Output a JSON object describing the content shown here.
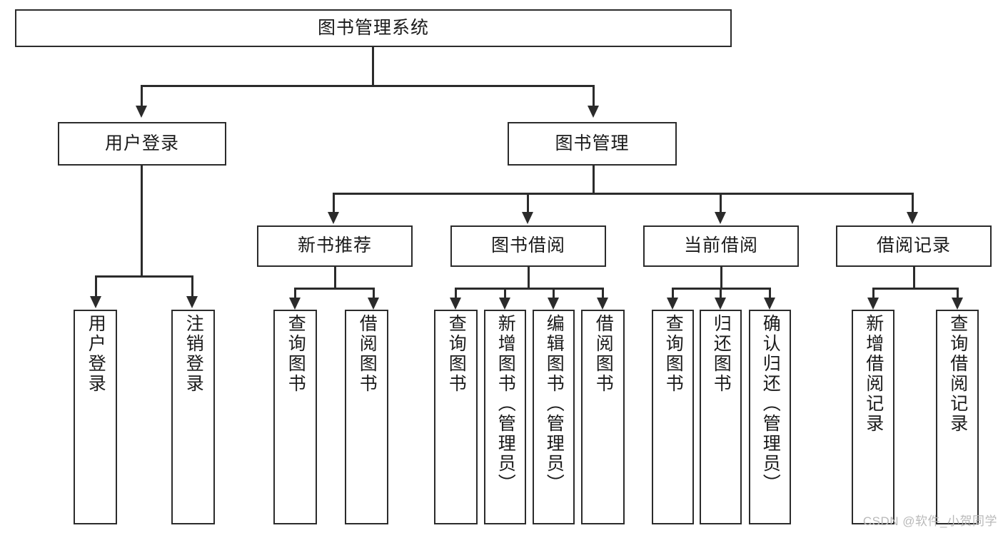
{
  "diagram": {
    "type": "tree-hierarchy",
    "title": "图书管理系统",
    "watermark": "CSDN @软件_小贺同学",
    "colors": {
      "box_border": "#2b2b2b",
      "box_fill": "#ffffff",
      "connector": "#2b2b2b",
      "text": "#1a1a1a",
      "watermark": "#b9b9b9",
      "background": "#ffffff"
    },
    "root": {
      "label": "图书管理系统"
    },
    "level2": [
      {
        "id": "user-login",
        "label": "用户登录"
      },
      {
        "id": "book-manage",
        "label": "图书管理"
      }
    ],
    "level3": [
      {
        "id": "new-book-recommend",
        "label": "新书推荐"
      },
      {
        "id": "book-borrow",
        "label": "图书借阅"
      },
      {
        "id": "current-borrow",
        "label": "当前借阅"
      },
      {
        "id": "borrow-record",
        "label": "借阅记录"
      }
    ],
    "leaves": {
      "user_login": [
        {
          "id": "leaf-user-login",
          "label": "用户登录"
        },
        {
          "id": "leaf-logout",
          "label": "注销登录"
        }
      ],
      "new_book_recommend": [
        {
          "id": "leaf-query-book-1",
          "label": "查询图书"
        },
        {
          "id": "leaf-borrow-book-1",
          "label": "借阅图书"
        }
      ],
      "book_borrow": [
        {
          "id": "leaf-query-book-2",
          "label": "查询图书"
        },
        {
          "id": "leaf-add-book",
          "label": "新增图书（管理员）"
        },
        {
          "id": "leaf-edit-book",
          "label": "编辑图书（管理员）"
        },
        {
          "id": "leaf-borrow-book-2",
          "label": "借阅图书"
        }
      ],
      "current_borrow": [
        {
          "id": "leaf-query-book-3",
          "label": "查询图书"
        },
        {
          "id": "leaf-return-book",
          "label": "归还图书"
        },
        {
          "id": "leaf-confirm-return",
          "label": "确认归还（管理员）"
        }
      ],
      "borrow_record": [
        {
          "id": "leaf-add-record",
          "label": "新增借阅记录"
        },
        {
          "id": "leaf-query-record",
          "label": "查询借阅记录"
        }
      ]
    }
  }
}
